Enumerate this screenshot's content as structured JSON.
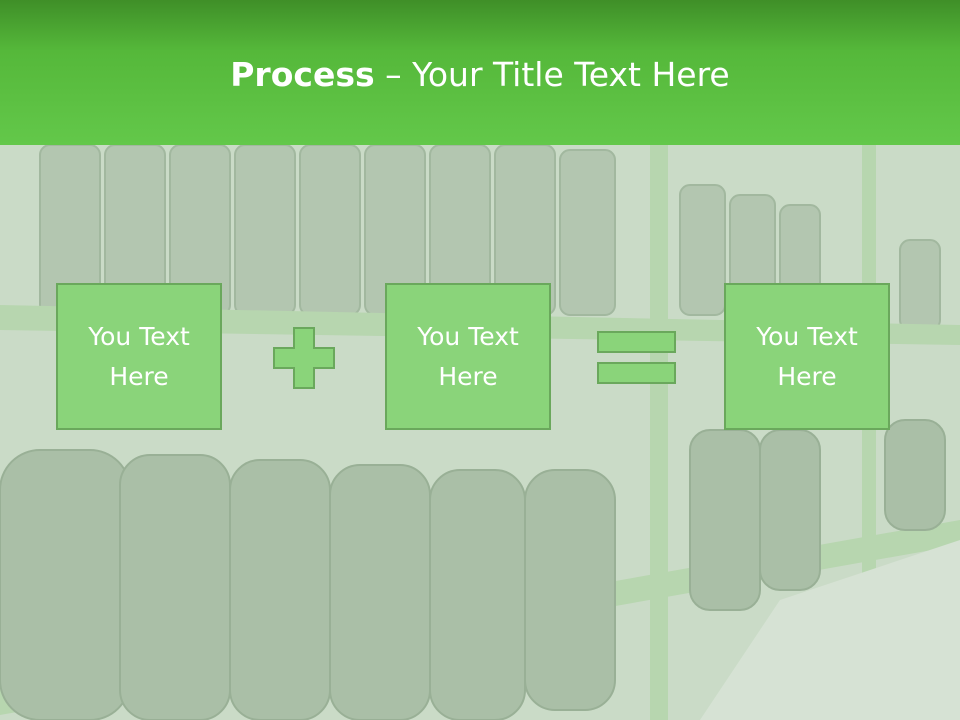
{
  "slide": {
    "title_bold": "Process",
    "title_rest": " – Your Title Text Here",
    "boxes": [
      {
        "text": "You Text Here"
      },
      {
        "text": "You Text Here"
      },
      {
        "text": "You Text Here"
      }
    ],
    "operators": [
      "plus-icon",
      "equals-icon"
    ]
  },
  "colors": {
    "header": "#55b83a",
    "box_fill": "#8ad47a",
    "box_border": "#6aa85c",
    "operator_fill": "#8ad47a"
  }
}
